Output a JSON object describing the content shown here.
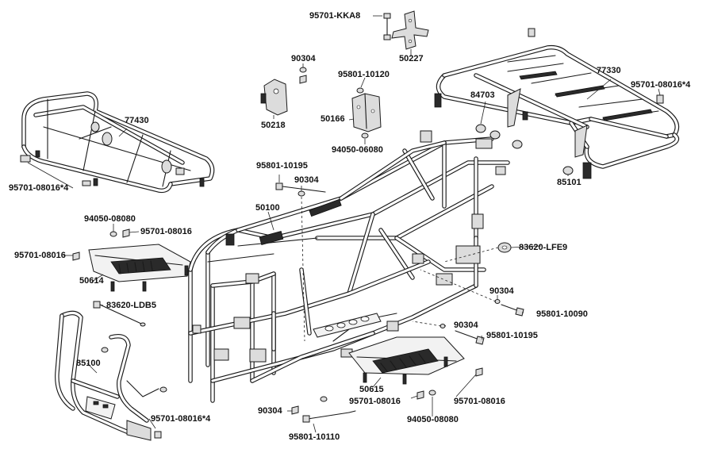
{
  "labels": {
    "p_95701_kka8": "95701-KKA8",
    "p_50227": "50227",
    "p_90304_top": "90304",
    "p_95801_10120": "95801-10120",
    "p_77330": "77330",
    "p_95701_08016_4_top": "95701-08016*4",
    "p_77430": "77430",
    "p_50218": "50218",
    "p_50166": "50166",
    "p_84703": "84703",
    "p_94050_06080": "94050-06080",
    "p_85101": "85101",
    "p_95701_08016_4_left": "95701-08016*4",
    "p_95801_10195_top": "95801-10195",
    "p_90304_mid": "90304",
    "p_50100": "50100",
    "p_94050_08080_left": "94050-08080",
    "p_95701_08016_a": "95701-08016",
    "p_95701_08016_b": "95701-08016",
    "p_83620_lfe9": "83620-LFE9",
    "p_50614": "50614",
    "p_90304_right": "90304",
    "p_83620_ldb5": "83620-LDB5",
    "p_95801_10090": "95801-10090",
    "p_90304_right2": "90304",
    "p_95801_10195_right": "95801-10195",
    "p_85100": "85100",
    "p_50615": "50615",
    "p_95701_08016_4_bottom": "95701-08016*4",
    "p_90304_bottom": "90304",
    "p_95701_08016_c": "95701-08016",
    "p_95701_08016_d": "95701-08016",
    "p_94050_08080_bottom": "94050-08080",
    "p_95801_10110": "95801-10110"
  }
}
